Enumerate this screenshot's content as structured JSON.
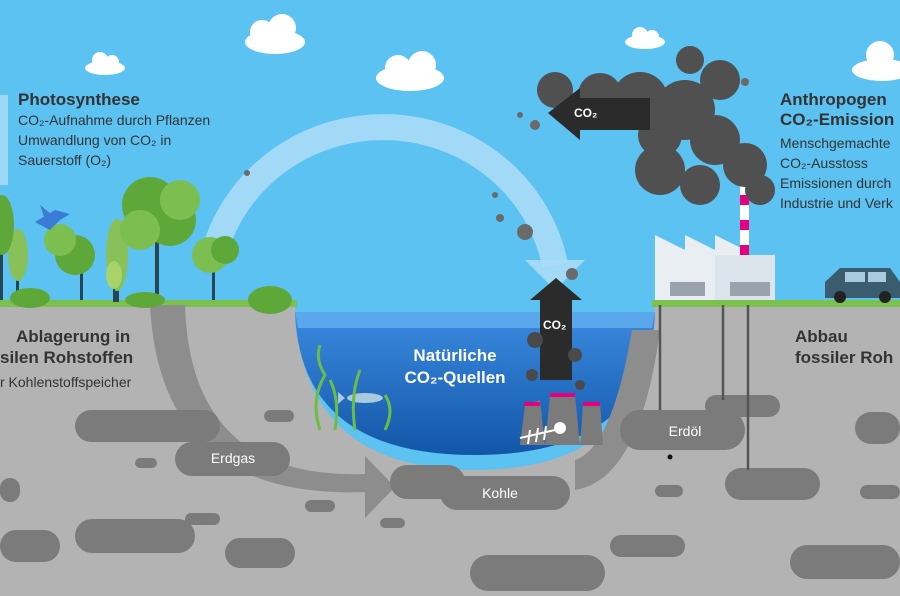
{
  "photosynthese": {
    "title": "Photosynthese",
    "line1": "CO₂-Aufnahme durch Pflanzen",
    "line2": "Umwandlung von CO₂ in",
    "line3": "Sauerstoff (O₂)"
  },
  "anthropogen": {
    "title1": "Anthropogen",
    "title2": "CO₂-Emission",
    "line1": "Menschgemachte",
    "line2": "CO₂-Ausstoss",
    "line3": "Emissionen durch",
    "line4": "Industrie und Verk"
  },
  "ablagerung": {
    "title1": "Ablagerung in",
    "title2": "silen Rohstoffen",
    "line1": "r Kohlenstoffspeicher"
  },
  "abbau": {
    "title1": "Abbau",
    "title2": "fossiler Roh"
  },
  "natural_sources": {
    "line1": "Natürliche",
    "line2": "CO₂-Quellen"
  },
  "labels": {
    "co2_smoke": "CO₂",
    "co2_water": "CO₂",
    "erdgas": "Erdgas",
    "kohle": "Kohle",
    "erdoel": "Erdöl"
  },
  "colors": {
    "sky": "#5bc2f2",
    "water": "#1a6fc4",
    "ground": "#b3b3b3",
    "grass": "#7cc04e",
    "deposit": "#7b7b7b",
    "smoke": "#505050",
    "text": "#333333"
  }
}
